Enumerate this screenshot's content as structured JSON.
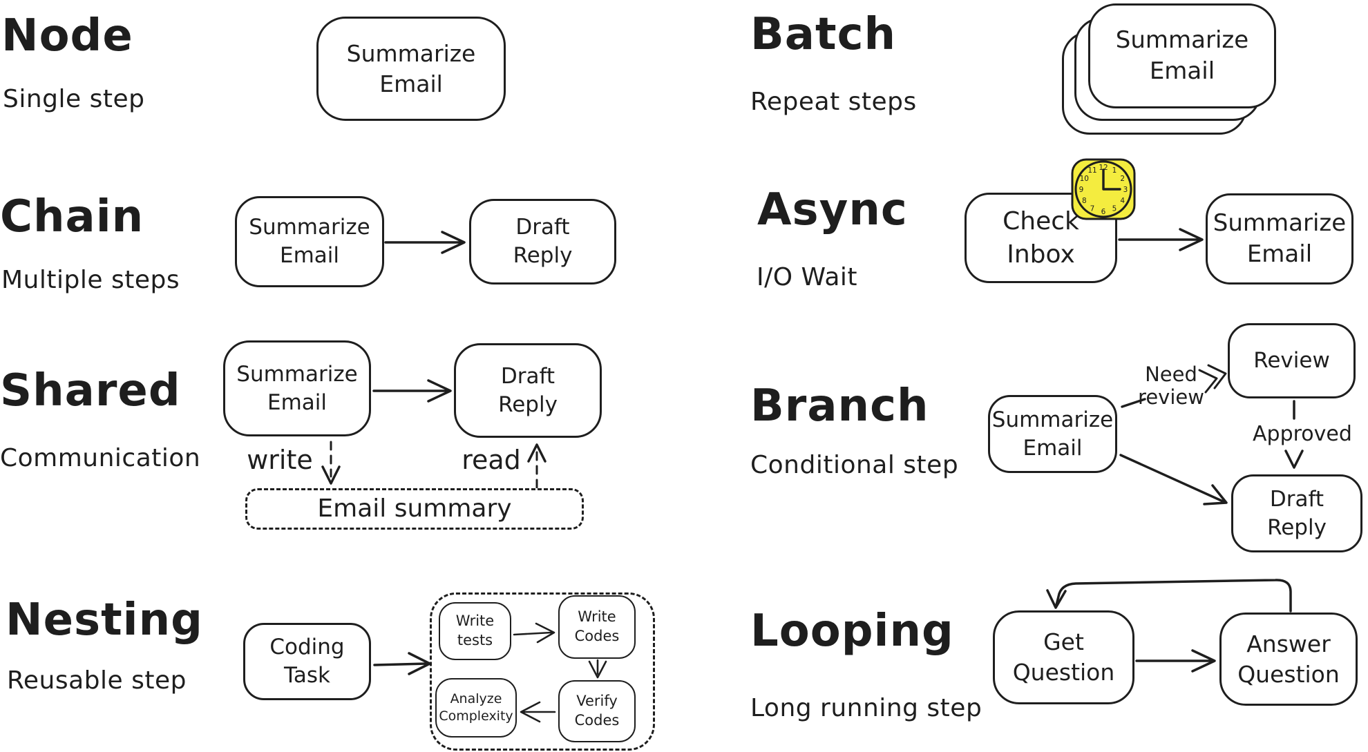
{
  "canvas": {
    "ink": "#1e1e1e",
    "background": "#ffffff",
    "accent_yellow": "#f4ec3f"
  },
  "sections": {
    "node": {
      "title": "Node",
      "subtitle": "Single step",
      "boxes": {
        "summarize_email": "Summarize\nEmail"
      }
    },
    "chain": {
      "title": "Chain",
      "subtitle": "Multiple steps",
      "boxes": {
        "summarize_email": "Summarize\nEmail",
        "draft_reply": "Draft\nReply"
      }
    },
    "shared": {
      "title": "Shared",
      "subtitle": "Communication",
      "boxes": {
        "summarize_email": "Summarize\nEmail",
        "draft_reply": "Draft\nReply",
        "email_summary": "Email summary"
      },
      "edge_labels": {
        "write": "write",
        "read": "read"
      }
    },
    "nesting": {
      "title": "Nesting",
      "subtitle": "Reusable step",
      "boxes": {
        "coding_task": "Coding\nTask",
        "write_tests": "Write\ntests",
        "write_codes": "Write\nCodes",
        "analyze_complexity": "Analyze\nComplexity",
        "verify_codes": "Verify\nCodes"
      }
    },
    "batch": {
      "title": "Batch",
      "subtitle": "Repeat steps",
      "boxes": {
        "summarize_email": "Summarize\nEmail"
      }
    },
    "async": {
      "title": "Async",
      "subtitle": "I/O Wait",
      "boxes": {
        "check_inbox": "Check\nInbox",
        "summarize_email": "Summarize\nEmail"
      },
      "clock_numbers": [
        "12",
        "1",
        "2",
        "3",
        "4",
        "5",
        "6",
        "7",
        "8",
        "9",
        "10",
        "11"
      ]
    },
    "branch": {
      "title": "Branch",
      "subtitle": "Conditional step",
      "boxes": {
        "summarize_email": "Summarize\nEmail",
        "review": "Review",
        "draft_reply": "Draft\nReply"
      },
      "edge_labels": {
        "need_review": "Need\nreview",
        "approved": "Approved"
      }
    },
    "looping": {
      "title": "Looping",
      "subtitle": "Long running step",
      "boxes": {
        "get_question": "Get\nQuestion",
        "answer_question": "Answer\nQuestion"
      }
    }
  }
}
